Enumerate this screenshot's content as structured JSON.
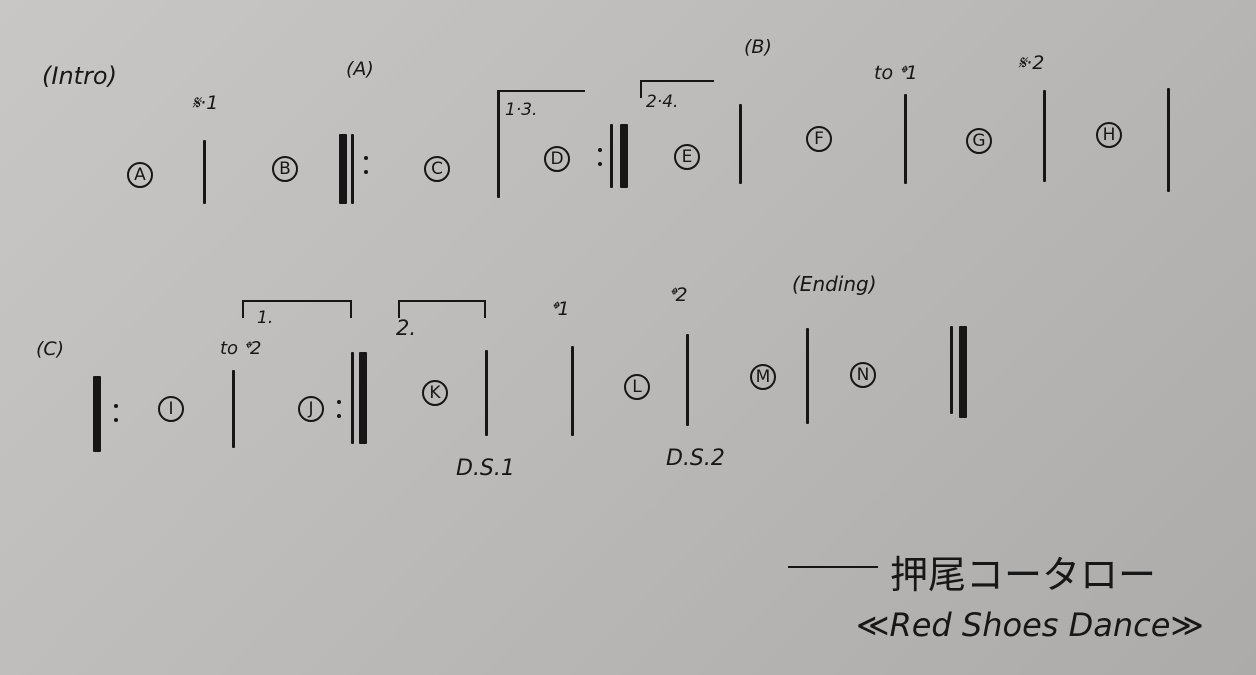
{
  "row1": {
    "intro_label": "(Intro)",
    "a_label": "(A)",
    "b_label": "(B)",
    "segno1": "𝄋·1",
    "ending13": "1·3.",
    "ending24": "2·4.",
    "to_coda1": "to 𝄌1",
    "segno2": "𝄋·2",
    "marks": [
      "A",
      "B",
      "C",
      "D",
      "E",
      "F",
      "G",
      "H"
    ]
  },
  "row2": {
    "c_label": "(C)",
    "ending1": "1.",
    "to_coda2": "to 𝄌2",
    "ending2": "2.",
    "coda1": "𝄌1",
    "coda2": "𝄌2",
    "ending_label": "(Ending)",
    "ds1": "D.S.1",
    "ds2": "D.S.2",
    "marks": [
      "I",
      "J",
      "K",
      "L",
      "M",
      "N"
    ]
  },
  "credit": {
    "author": "押尾コータロー",
    "title": "≪Red Shoes Dance≫"
  }
}
